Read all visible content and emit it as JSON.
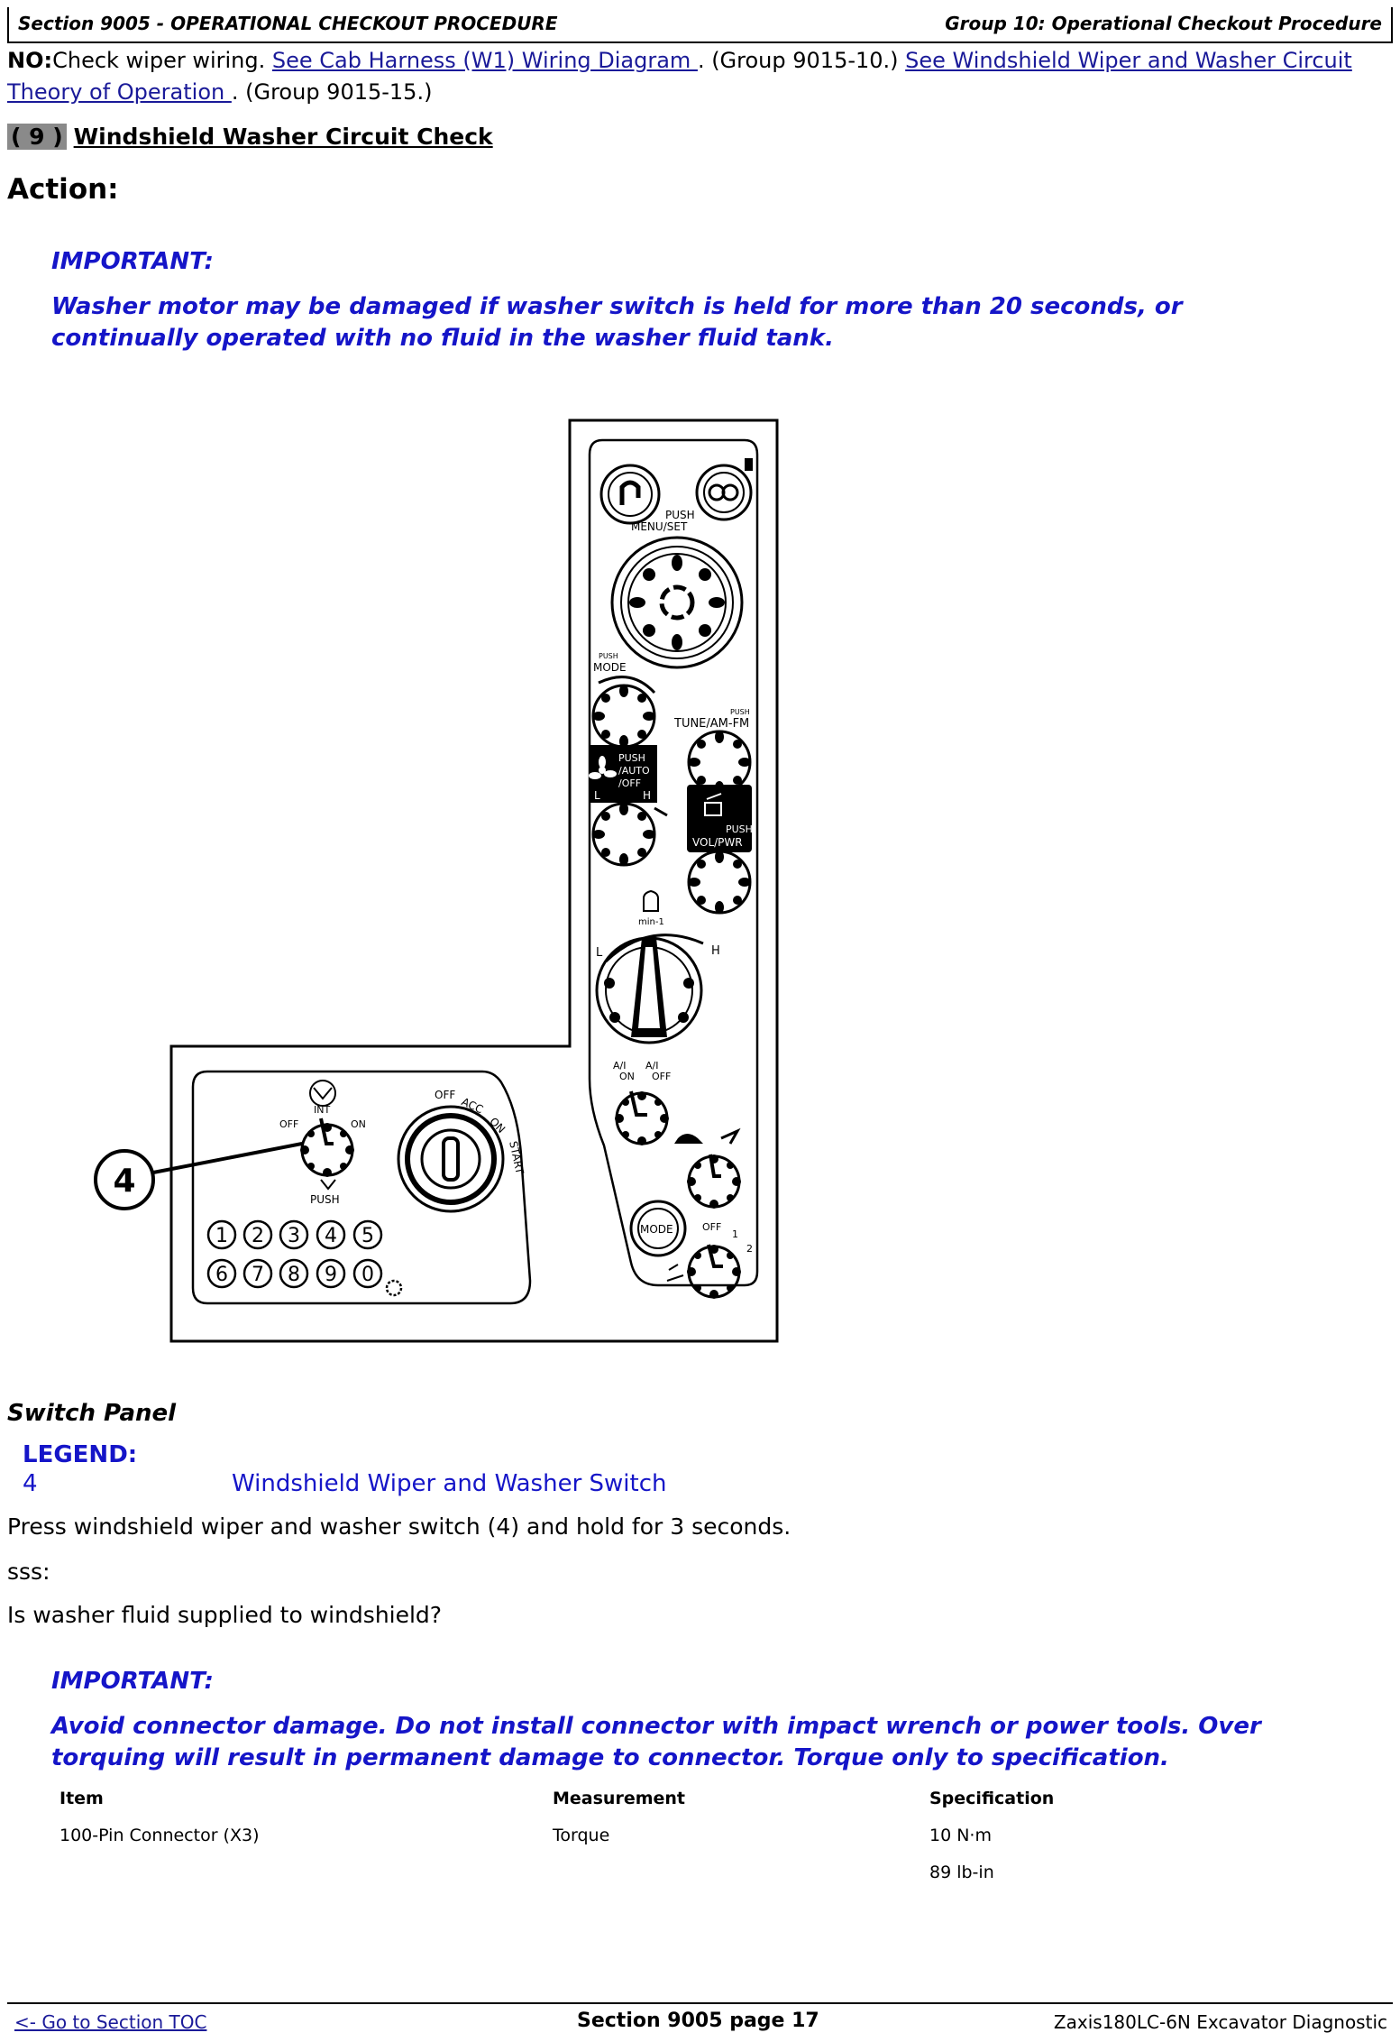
{
  "header": {
    "left": "Section 9005 - OPERATIONAL CHECKOUT PROCEDURE",
    "right": "Group 10: Operational Checkout Procedure"
  },
  "no_line": {
    "prefix": "NO:",
    "text1": "Check wiper wiring. ",
    "link1": "See Cab Harness (W1) Wiring Diagram ",
    "text2": ". (Group 9015-10.) ",
    "link2a": "See Windshield Wiper and Washer Circuit",
    "link2b": "Theory of Operation ",
    "text3": ". (Group 9015-15.)"
  },
  "step": {
    "number": "( 9 )",
    "title": "Windshield Washer Circuit Check"
  },
  "action_label": "Action:",
  "important1": {
    "title": "IMPORTANT:",
    "text": "Washer motor may be damaged if washer switch is held for more than 20 seconds, or continually operated with no fluid in the washer fluid tank."
  },
  "figure": {
    "callout": "4",
    "labels": {
      "push_top": "PUSH",
      "menu_set": "MENU/SET",
      "push_small": "PUSH",
      "mode": "MODE",
      "tune_push": "PUSH",
      "tune": "TUNE/AM-FM",
      "push_auto": "PUSH",
      "auto": "/AUTO",
      "off": "/OFF",
      "fan_l": "L",
      "fan_h": "H",
      "vol_push": "PUSH",
      "vol": "VOL/PWR",
      "min": "min-1",
      "dial_l": "L",
      "dial_h": "H",
      "ac_on_1": "A/I",
      "ac_on_2": "ON",
      "ac_off_1": "A/I",
      "ac_off_2": "OFF",
      "mode_btn": "MODE",
      "wiper_off": "OFF",
      "wiper_1": "1",
      "wiper_2": "2",
      "int": "INT",
      "sw_off": "OFF",
      "sw_on": "ON",
      "sw_push": "PUSH",
      "key_off": "OFF",
      "key_acc": "ACC",
      "key_on": "ON",
      "key_start": "START",
      "keypad_row1": [
        "1",
        "2",
        "3",
        "4",
        "5"
      ],
      "keypad_row2": [
        "6",
        "7",
        "8",
        "9",
        "0"
      ]
    }
  },
  "caption": "Switch Panel",
  "legend": {
    "title": "LEGEND:",
    "items": [
      {
        "num": "4",
        "text": "Windshield Wiper and Washer Switch"
      }
    ]
  },
  "instructions": {
    "press": "Press windshield wiper and washer switch (4) and hold for 3 seconds.",
    "sss": "sss:",
    "question": "Is washer fluid supplied to windshield?"
  },
  "important2": {
    "title": "IMPORTANT:",
    "text": "Avoid connector damage. Do not install connector with impact wrench or power tools. Over torquing will result in permanent damage to connector. Torque only to specification."
  },
  "spec_table": {
    "headers": [
      "Item",
      "Measurement",
      "Specification"
    ],
    "row": {
      "item": "100-Pin Connector (X3)",
      "measurement": "Torque",
      "spec1": "10 N·m",
      "spec2": "89 lb-in"
    }
  },
  "footer": {
    "left": "<- Go to Section TOC",
    "center": "Section 9005 page 17",
    "right": "Zaxis180LC-6N Excavator Diagnostic"
  }
}
